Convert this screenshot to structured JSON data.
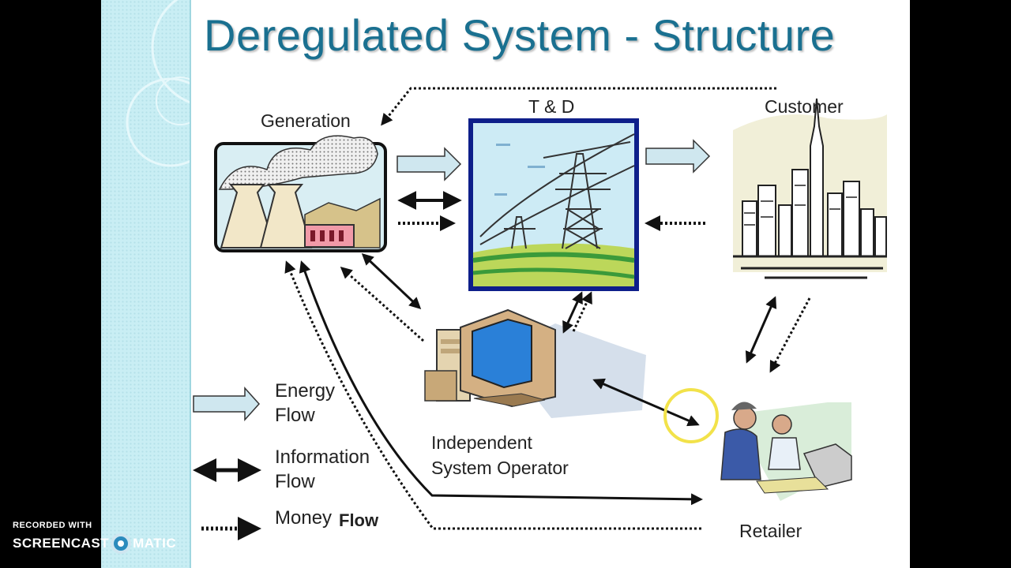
{
  "slide": {
    "title": "Deregulated System - Structure"
  },
  "nodes": {
    "generation": "Generation",
    "td": "T & D",
    "customer": "Customer",
    "iso_line1": "Independent",
    "iso_line2": "System Operator",
    "retailer": "Retailer"
  },
  "legend": {
    "energy_line1": "Energy",
    "energy_line2": "Flow",
    "info_line1": "Information",
    "info_line2": "Flow",
    "money_line1": "Money",
    "money_line2": "Flow"
  },
  "watermark": {
    "top": "RECORDED WITH",
    "left": "SCREENCAST",
    "right": "MATIC"
  },
  "colors": {
    "title": "#1a7090",
    "energy_arrow_fill": "#cfe7ef",
    "highlight_circle": "#f2e24a"
  }
}
